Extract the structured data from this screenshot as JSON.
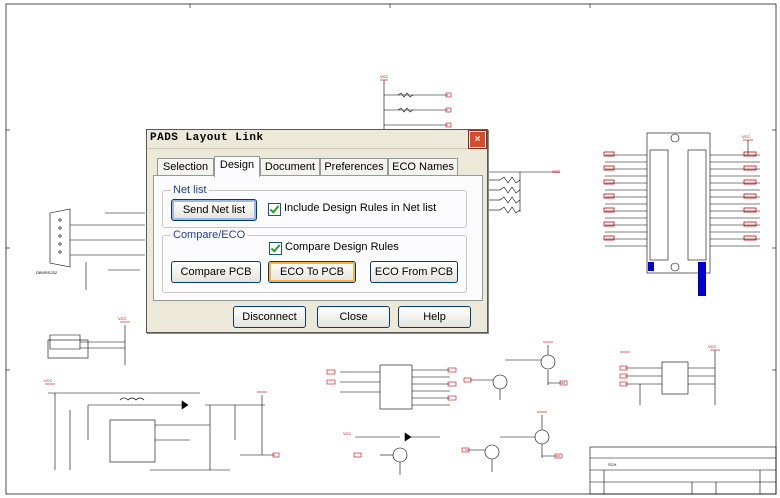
{
  "dialog": {
    "title": "PADS Layout Link",
    "close_glyph": "×",
    "tabs": [
      {
        "label": "Selection"
      },
      {
        "label": "Design",
        "active": true
      },
      {
        "label": "Document"
      },
      {
        "label": "Preferences"
      },
      {
        "label": "ECO Names"
      }
    ],
    "netlist": {
      "group_label": "Net list",
      "send_button": "Send Net list",
      "include_rules_label": "Include Design Rules in Net list",
      "include_rules_checked": true
    },
    "compare": {
      "group_label": "Compare/ECO",
      "compare_rules_label": "Compare Design Rules",
      "compare_rules_checked": true,
      "compare_pcb_button": "Compare PCB",
      "eco_to_pcb_button": "ECO To PCB",
      "eco_from_pcb_button": "ECO From PCB"
    },
    "footer": {
      "disconnect_button": "Disconnect",
      "close_button": "Close",
      "help_button": "Help"
    }
  },
  "schematic": {
    "net_label": "VCC",
    "connector_label": "DB9/RS232",
    "title_block": "SCH"
  },
  "colors": {
    "wire": "#000000",
    "net": "#cc0000",
    "bus": "#0000cc",
    "dialog_bg": "#ece9d8",
    "close_button": "#d94a2c"
  }
}
